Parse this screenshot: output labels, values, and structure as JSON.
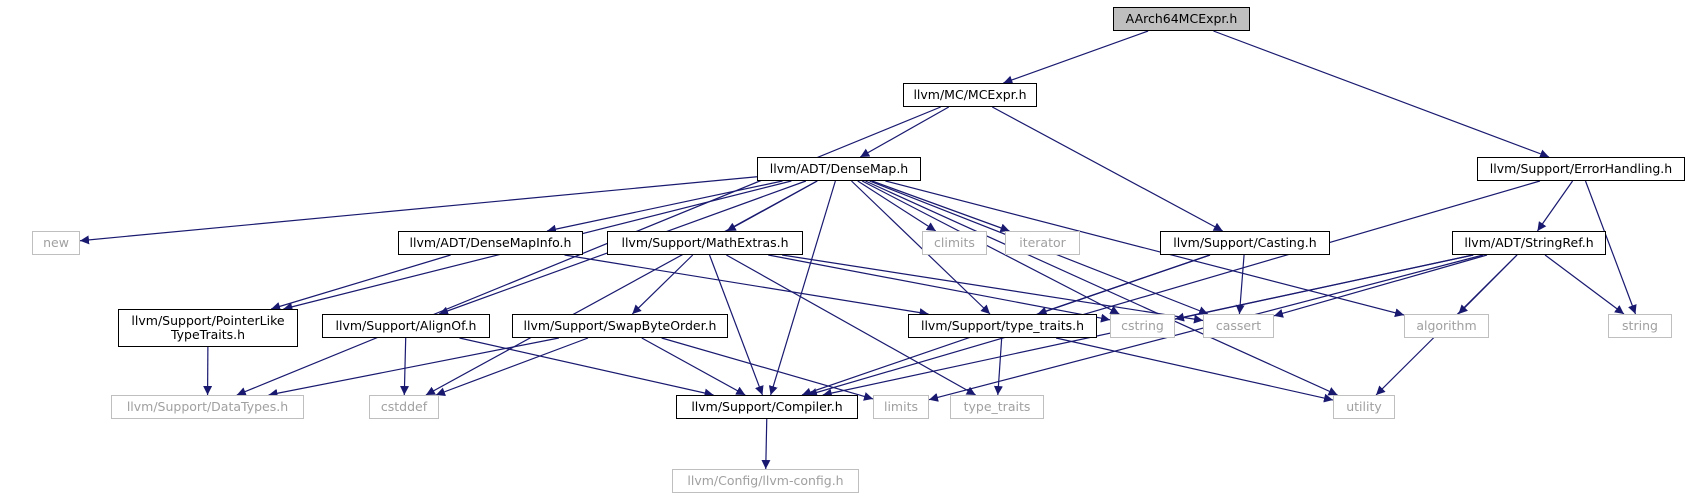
{
  "colors": {
    "edge": "#191970",
    "node_border": "#000000",
    "external_border": "#bfbfbf",
    "external_text": "#a0a0a0",
    "root_fill": "#bfbfbf"
  },
  "nodes": [
    {
      "id": "aarch64mcexpr",
      "label": "AArch64MCExpr.h",
      "kind": "root"
    },
    {
      "id": "mcexpr",
      "label": "llvm/MC/MCExpr.h",
      "kind": "internal"
    },
    {
      "id": "errorhandling",
      "label": "llvm/Support/ErrorHandling.h",
      "kind": "internal"
    },
    {
      "id": "densemap",
      "label": "llvm/ADT/DenseMap.h",
      "kind": "internal"
    },
    {
      "id": "new",
      "label": "new",
      "kind": "external"
    },
    {
      "id": "climits",
      "label": "climits",
      "kind": "external"
    },
    {
      "id": "iterator",
      "label": "iterator",
      "kind": "external"
    },
    {
      "id": "densemapinfo",
      "label": "llvm/ADT/DenseMapInfo.h",
      "kind": "internal"
    },
    {
      "id": "mathextras",
      "label": "llvm/Support/MathExtras.h",
      "kind": "internal"
    },
    {
      "id": "casting",
      "label": "llvm/Support/Casting.h",
      "kind": "internal"
    },
    {
      "id": "stringref",
      "label": "llvm/ADT/StringRef.h",
      "kind": "internal"
    },
    {
      "id": "pointerlike",
      "label": "llvm/Support/PointerLike\nTypeTraits.h",
      "kind": "internal"
    },
    {
      "id": "alignof",
      "label": "llvm/Support/AlignOf.h",
      "kind": "internal"
    },
    {
      "id": "swapbyteorder",
      "label": "llvm/Support/SwapByteOrder.h",
      "kind": "internal"
    },
    {
      "id": "typetraits_h",
      "label": "llvm/Support/type_traits.h",
      "kind": "internal"
    },
    {
      "id": "cstring",
      "label": "cstring",
      "kind": "external"
    },
    {
      "id": "cassert",
      "label": "cassert",
      "kind": "external"
    },
    {
      "id": "algorithm",
      "label": "algorithm",
      "kind": "external"
    },
    {
      "id": "string",
      "label": "string",
      "kind": "external"
    },
    {
      "id": "datatypes",
      "label": "llvm/Support/DataTypes.h",
      "kind": "external"
    },
    {
      "id": "cstddef",
      "label": "cstddef",
      "kind": "external"
    },
    {
      "id": "compiler",
      "label": "llvm/Support/Compiler.h",
      "kind": "internal"
    },
    {
      "id": "limits",
      "label": "limits",
      "kind": "external"
    },
    {
      "id": "type_traits",
      "label": "type_traits",
      "kind": "external"
    },
    {
      "id": "utility",
      "label": "utility",
      "kind": "external"
    },
    {
      "id": "llvmconfig",
      "label": "llvm/Config/llvm-config.h",
      "kind": "external"
    }
  ],
  "edges": [
    [
      "aarch64mcexpr",
      "mcexpr"
    ],
    [
      "aarch64mcexpr",
      "errorhandling"
    ],
    [
      "mcexpr",
      "densemap"
    ],
    [
      "mcexpr",
      "casting"
    ],
    [
      "mcexpr",
      "datatypes"
    ],
    [
      "densemap",
      "new"
    ],
    [
      "densemap",
      "climits"
    ],
    [
      "densemap",
      "iterator"
    ],
    [
      "densemap",
      "densemapinfo"
    ],
    [
      "densemap",
      "mathextras"
    ],
    [
      "densemap",
      "pointerlike"
    ],
    [
      "densemap",
      "alignof"
    ],
    [
      "densemap",
      "typetraits_h"
    ],
    [
      "densemap",
      "cstring"
    ],
    [
      "densemap",
      "cassert"
    ],
    [
      "densemap",
      "algorithm"
    ],
    [
      "densemap",
      "utility"
    ],
    [
      "densemap",
      "compiler"
    ],
    [
      "densemap",
      "cstddef"
    ],
    [
      "densemapinfo",
      "pointerlike"
    ],
    [
      "densemapinfo",
      "typetraits_h"
    ],
    [
      "mathextras",
      "swapbyteorder"
    ],
    [
      "mathextras",
      "compiler"
    ],
    [
      "mathextras",
      "cstring"
    ],
    [
      "mathextras",
      "cassert"
    ],
    [
      "mathextras",
      "type_traits"
    ],
    [
      "casting",
      "typetraits_h"
    ],
    [
      "casting",
      "cassert"
    ],
    [
      "casting",
      "compiler"
    ],
    [
      "errorhandling",
      "stringref"
    ],
    [
      "errorhandling",
      "string"
    ],
    [
      "errorhandling",
      "compiler"
    ],
    [
      "stringref",
      "cstring"
    ],
    [
      "stringref",
      "cassert"
    ],
    [
      "stringref",
      "algorithm"
    ],
    [
      "stringref",
      "string"
    ],
    [
      "stringref",
      "utility"
    ],
    [
      "stringref",
      "limits"
    ],
    [
      "stringref",
      "compiler"
    ],
    [
      "pointerlike",
      "datatypes"
    ],
    [
      "alignof",
      "cstddef"
    ],
    [
      "alignof",
      "compiler"
    ],
    [
      "swapbyteorder",
      "datatypes"
    ],
    [
      "swapbyteorder",
      "cstddef"
    ],
    [
      "swapbyteorder",
      "compiler"
    ],
    [
      "swapbyteorder",
      "limits"
    ],
    [
      "typetraits_h",
      "type_traits"
    ],
    [
      "typetraits_h",
      "utility"
    ],
    [
      "compiler",
      "llvmconfig"
    ]
  ]
}
